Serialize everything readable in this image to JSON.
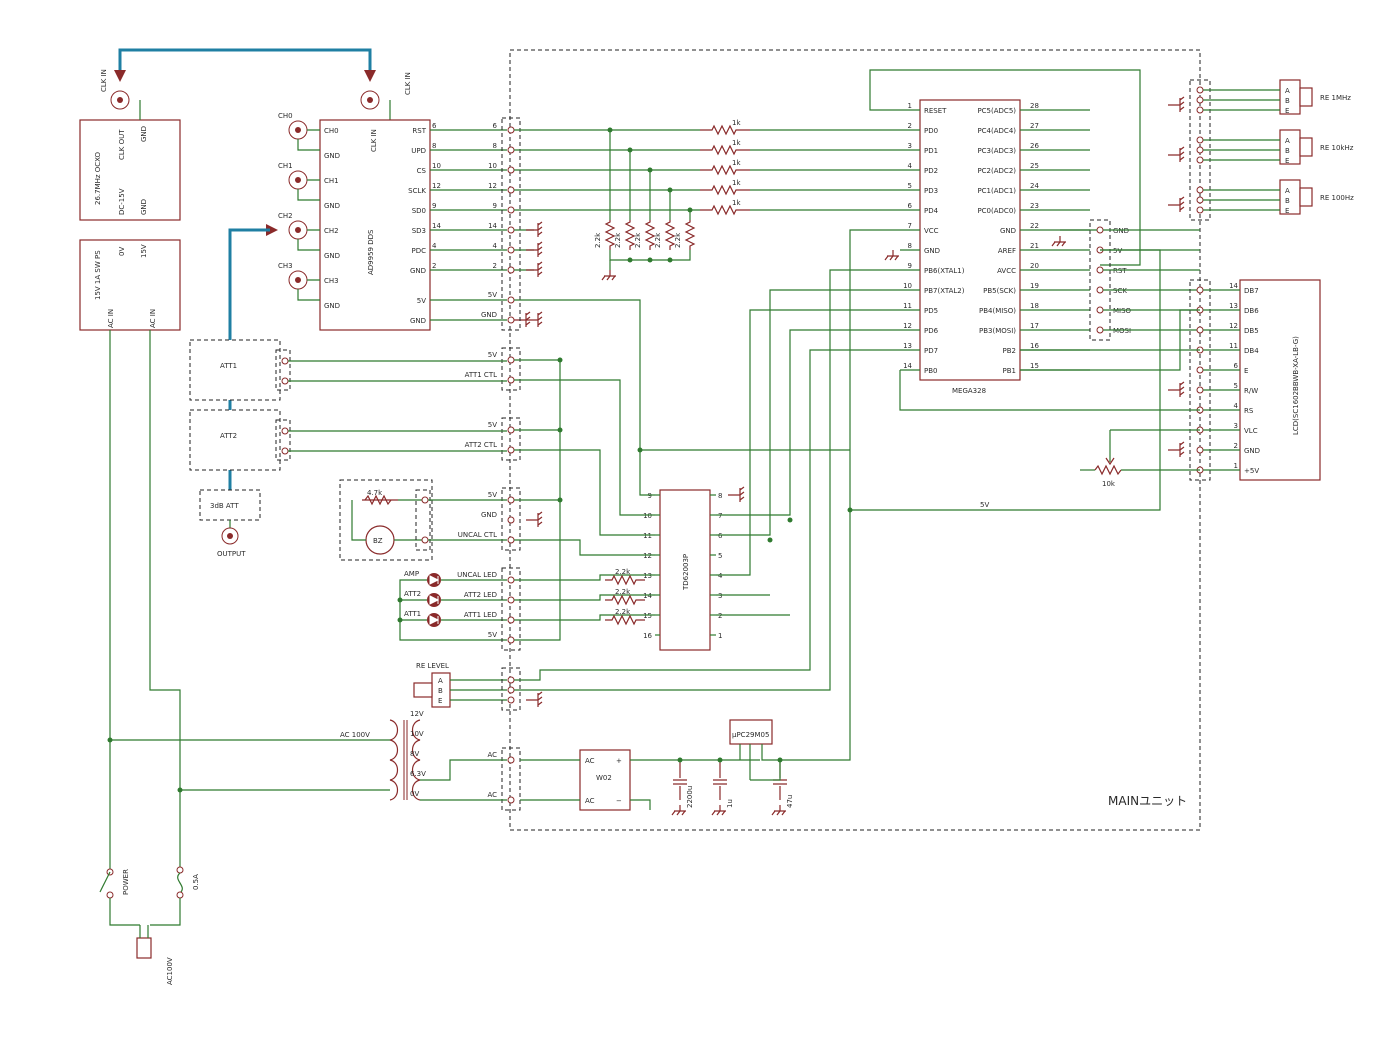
{
  "unit_label": "MAINユニット",
  "ocxo": {
    "title": "26.7MHz OCXO",
    "clk_out": "CLK OUT",
    "gnd": "GND",
    "dc": "DC-15V",
    "gnd2": "GND"
  },
  "ps": {
    "title": "15V 1A SW PS",
    "v0": "0V",
    "v15": "15V",
    "acin1": "AC IN",
    "acin2": "AC IN"
  },
  "clk_in_1": "CLK IN",
  "clk_in_2": "CLK IN",
  "dds": {
    "title": "AD9959 DDS",
    "clk_in": "CLK IN",
    "left_pins": [
      "CH0",
      "GND",
      "CH1",
      "GND",
      "CH2",
      "GND",
      "CH3",
      "GND"
    ],
    "right_pins": [
      "RST",
      "UPD",
      "CS",
      "SCLK",
      "SD0",
      "SD3",
      "PDC",
      "GND",
      "5V",
      "GND"
    ],
    "right_nums": [
      "6",
      "8",
      "10",
      "12",
      "9",
      "14",
      "4",
      "2",
      "",
      ""
    ]
  },
  "ch_labels": [
    "CH0",
    "CH1",
    "CH2",
    "CH3"
  ],
  "att1": "ATT1",
  "att2": "ATT2",
  "att3db": "3dB ATT",
  "output": "OUTPUT",
  "bz": "BZ",
  "r47k": "4.7k",
  "leds": [
    "AMP",
    "ATT2",
    "ATT1"
  ],
  "r22k": [
    "2.2k",
    "2.2k",
    "2.2k"
  ],
  "re_level": "RE  LEVEL",
  "re_abe": [
    "A",
    "B",
    "E"
  ],
  "conn_left": {
    "nums": [
      "6",
      "8",
      "10",
      "12",
      "9",
      "14",
      "4",
      "2"
    ],
    "labels": [
      "5V",
      "GND",
      "5V",
      "ATT1 CTL",
      "5V",
      "ATT2 CTL",
      "5V",
      "GND",
      "UNCAL CTL",
      "UNCAL LED",
      "ATT2 LED",
      "ATT1 LED",
      "5V",
      "AC",
      "AC"
    ]
  },
  "resistors_1k": [
    "1k",
    "1k",
    "1k",
    "1k",
    "1k"
  ],
  "pullups": [
    "2.2k",
    "2.2k",
    "2.2k",
    "2.2k",
    "2.2k"
  ],
  "mega": {
    "title": "MEGA328",
    "left_pins": [
      "RESET",
      "PD0",
      "PD1",
      "PD2",
      "PD3",
      "PD4",
      "VCC",
      "GND",
      "PB6(XTAL1)",
      "PB7(XTAL2)",
      "PD5",
      "PD6",
      "PD7",
      "PB0"
    ],
    "left_nums": [
      "1",
      "2",
      "3",
      "4",
      "5",
      "6",
      "7",
      "8",
      "9",
      "10",
      "11",
      "12",
      "13",
      "14"
    ],
    "right_pins": [
      "PC5(ADC5)",
      "PC4(ADC4)",
      "PC3(ADC3)",
      "PC2(ADC2)",
      "PC1(ADC1)",
      "PC0(ADC0)",
      "GND",
      "AREF",
      "AVCC",
      "PB5(SCK)",
      "PB4(MISO)",
      "PB3(MOSI)",
      "PB2",
      "PB1"
    ],
    "right_nums": [
      "28",
      "27",
      "26",
      "25",
      "24",
      "23",
      "22",
      "21",
      "20",
      "19",
      "18",
      "17",
      "16",
      "15"
    ]
  },
  "isp": [
    "GND",
    "5V",
    "RST",
    "SCK",
    "MISO",
    "MOSI"
  ],
  "re_enc": [
    {
      "label": "RE  1MHz",
      "pins": [
        "A",
        "B",
        "E"
      ]
    },
    {
      "label": "RE  10kHz",
      "pins": [
        "A",
        "B",
        "E"
      ]
    },
    {
      "label": "RE  100Hz",
      "pins": [
        "A",
        "B",
        "E"
      ]
    }
  ],
  "lcd": {
    "title": "LCD(SC1602BBWB-XA-LB-G)",
    "pins": [
      "DB7",
      "DB6",
      "DB5",
      "DB4",
      "E",
      "R/W",
      "RS",
      "VLC",
      "GND",
      "+5V"
    ],
    "nums": [
      "14",
      "13",
      "12",
      "11",
      "6",
      "5",
      "4",
      "3",
      "2",
      "1"
    ]
  },
  "pot": "10k",
  "v5_label": "5V",
  "tdg": {
    "title": "TD62003P",
    "left": [
      "9",
      "10",
      "11",
      "12",
      "13",
      "14",
      "15",
      "16"
    ],
    "right": [
      "8",
      "7",
      "6",
      "5",
      "4",
      "3",
      "2",
      "1"
    ]
  },
  "trans": {
    "taps": [
      "12V",
      "10V",
      "8V",
      "6.3V",
      "0V"
    ],
    "ac100": "AC 100V"
  },
  "bridge": {
    "title": "W02",
    "ac1": "AC",
    "ac2": "AC",
    "plus": "+",
    "minus": "−"
  },
  "reg": "μPC29M05",
  "caps": [
    "2200u",
    "1u",
    "47u"
  ],
  "power": "POWER",
  "fuse": "0.5A",
  "plug": "AC100V"
}
